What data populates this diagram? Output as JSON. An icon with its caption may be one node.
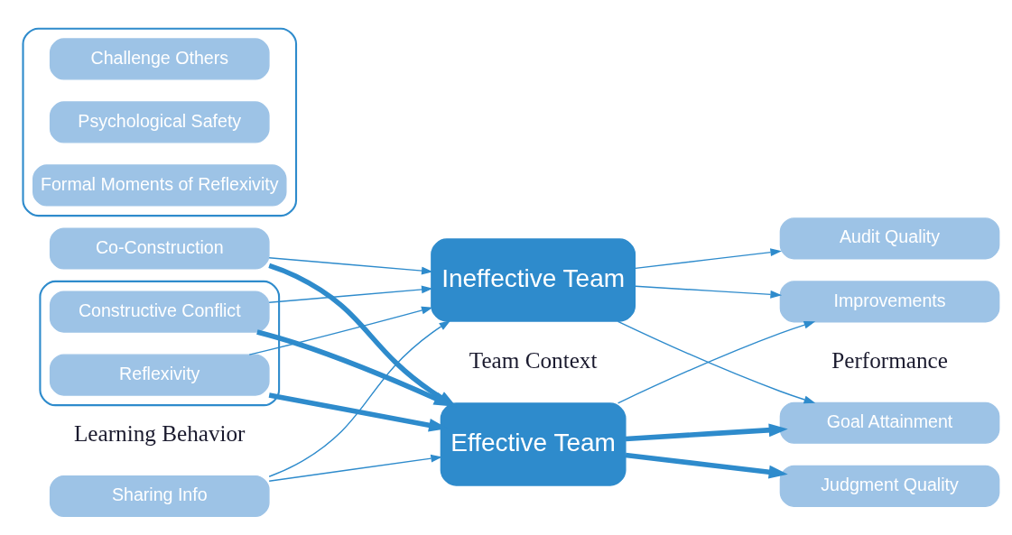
{
  "diagram": {
    "nodes": [
      {
        "text": [
          "Sharing Info"
        ]
      },
      {
        "text": [
          "Co-Construction"
        ]
      },
      {
        "text": [],
        "shape": "ellipse"
      },
      {
        "text": [
          "Constructive Conflict"
        ],
        "in": 2
      },
      {
        "text": [
          "Reflexivity"
        ],
        "in": 2
      },
      {
        "text": [],
        "shape": "ellipse"
      },
      {
        "text": [
          "Challenge Others"
        ],
        "in": 5
      },
      {
        "text": [
          "Psychological Safety"
        ],
        "in": 5
      },
      {
        "text": [
          "Formal Moments of Reflexivity"
        ],
        "in": 5
      },
      {
        "text": [
          "Effective Team"
        ]
      },
      {
        "text": [
          "Ineffective Team"
        ]
      },
      {
        "text": [
          "Goal Attainment"
        ]
      },
      {
        "text": [
          "Audit Quality"
        ]
      },
      {
        "text": [
          "Judgment Quality"
        ]
      },
      {
        "text": [
          "Improvements"
        ]
      }
    ],
    "edges": [
      {
        "from": 0,
        "to": 9,
        "arrow": "to"
      },
      {
        "from": 0,
        "to": 10,
        "arrow": "to"
      },
      {
        "from": 1,
        "to": 9,
        "arrow": "to",
        "style": "thick"
      },
      {
        "from": 1,
        "to": 10,
        "arrow": "to"
      },
      {
        "from": 3,
        "to": 9,
        "arrow": "to",
        "style": "thick"
      },
      {
        "from": 3,
        "to": 10,
        "arrow": "to"
      },
      {
        "from": 4,
        "to": 9,
        "arrow": "to",
        "style": "thick"
      },
      {
        "from": 4,
        "to": 10,
        "arrow": "to"
      },
      {
        "from": 9,
        "to": 11,
        "arrow": "to",
        "style": "thick"
      },
      {
        "from": 9,
        "to": 13,
        "arrow": "to",
        "style": "thick"
      },
      {
        "from": 9,
        "to": 14,
        "arrow": "to"
      },
      {
        "from": 10,
        "to": 11,
        "arrow": "to"
      },
      {
        "from": 10,
        "to": 12,
        "arrow": "to"
      },
      {
        "from": 10,
        "to": 14,
        "arrow": "to"
      }
    ],
    "labels": [
      "Learning Behavior",
      "Performance",
      "Team Context"
    ]
  }
}
